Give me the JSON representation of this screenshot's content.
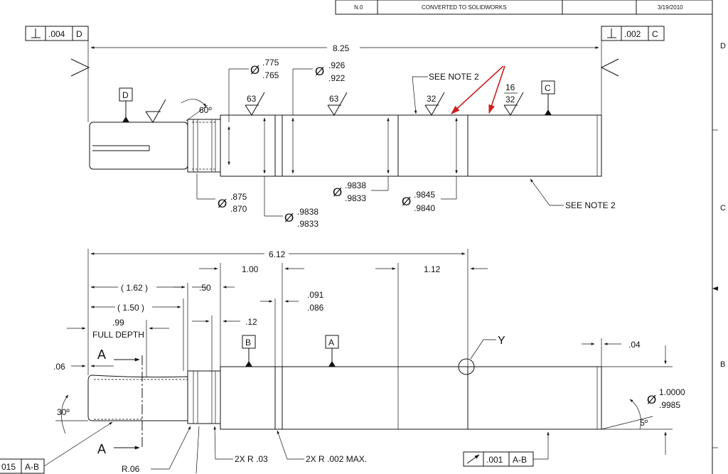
{
  "title_block": {
    "rev_no": "N.0",
    "description": "CONVERTED TO SOLIDWORKS",
    "date": "3/19/2010"
  },
  "zones": [
    "D",
    "C",
    "B"
  ],
  "fcf": {
    "perp_left": {
      "tol": ".004",
      "datum": "D"
    },
    "perp_right": {
      "tol": ".002",
      "datum": "C"
    },
    "runout": {
      "tol": ".001",
      "datum": "A-B"
    },
    "partial_left": {
      "tol": "015",
      "datum": "A-B"
    }
  },
  "datums": {
    "d": "D",
    "c": "C",
    "b": "B",
    "a": "A"
  },
  "finish": {
    "s1": "63",
    "s2": "63",
    "s3": "32",
    "s4": "16",
    "s5": "32"
  },
  "top_view": {
    "overall": "8.25",
    "angle": "60º",
    "dia_775": ".775",
    "dia_765": ".765",
    "dia_926": ".926",
    "dia_922": ".922",
    "dia_9838a": ".9838",
    "dia_9833a": ".9833",
    "dia_9845": ".9845",
    "dia_9840": ".9840",
    "dia_875": ".875",
    "dia_870": ".870",
    "dia_9838b": ".9838",
    "dia_9833b": ".9833",
    "note_top": "SEE NOTE 2",
    "note_bottom": "SEE NOTE 2"
  },
  "bottom_view": {
    "len_612": "6.12",
    "len_100": "1.00",
    "len_112": "1.12",
    "len_162": "( 1.62 )",
    "len_150": "( 1.50 )",
    "len_50": ".50",
    "len_099": ".99",
    "full_depth": "FULL DEPTH",
    "len_091": ".091",
    "len_086": ".086",
    "len_12": ".12",
    "len_06": ".06",
    "len_04": ".04",
    "angle_30": "30º",
    "angle_5": "5º",
    "section_a": "A",
    "section_a2": "A",
    "detail_y": "Y",
    "dia_10000": "1.0000",
    "dia_9985": ".9985",
    "r06": "R.06",
    "r03": "2X R .03",
    "r002": "2X R .002 MAX."
  },
  "phi": "Ø"
}
